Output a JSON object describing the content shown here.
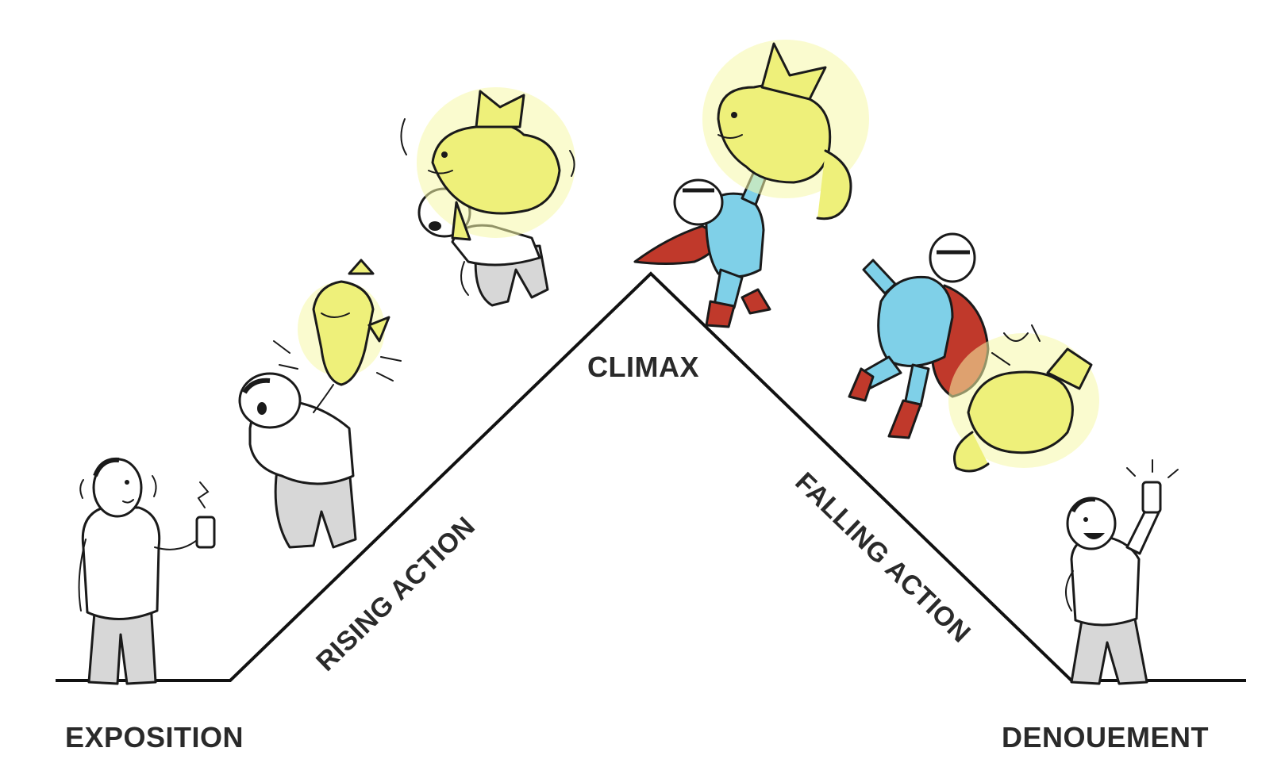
{
  "labels": {
    "exposition": "EXPOSITION",
    "rising_action": "RISING ACTION",
    "climax": "CLIMAX",
    "falling_action": "FALLING ACTION",
    "denouement": "DENOUEMENT"
  },
  "colors": {
    "line": "#111111",
    "text": "#2a2a2a",
    "dragon_yellow": "#eef07a",
    "hero_blue": "#7fd0e8",
    "hero_red": "#c0392b",
    "pants_gray": "#d7d7d7"
  },
  "illustrations": [
    "man-with-phone",
    "man-attacked-by-small-dragon",
    "man-crushed-by-dragon",
    "superhero-lifting-dragon",
    "superhero-kicking-dragon",
    "happy-man-raising-phone"
  ]
}
